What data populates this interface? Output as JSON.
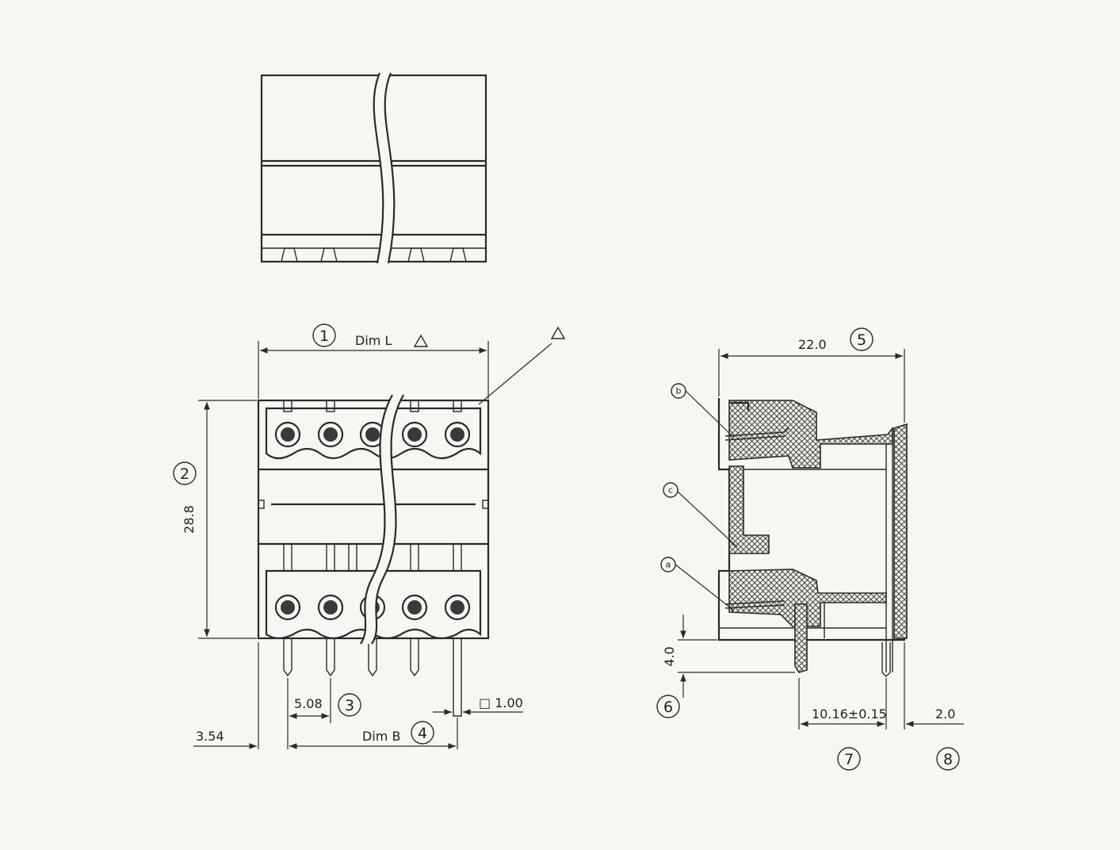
{
  "labels": {
    "dim_l": "Dim L",
    "dim_b": "Dim B",
    "d_22": "22.0",
    "d_28_8": "28.8",
    "d_4_0": "4.0",
    "d_5_08": "5.08",
    "d_1_00": "□ 1.00",
    "d_3_54": "3.54",
    "d_10_16": "10.16±0.15",
    "d_2_0": "2.0"
  },
  "callouts": {
    "c1": "1",
    "c2": "2",
    "c3": "3",
    "c4": "4",
    "c5": "5",
    "c6": "6",
    "c7": "7",
    "c8": "8"
  },
  "letters": {
    "a": "a",
    "b": "b",
    "c": "c"
  }
}
